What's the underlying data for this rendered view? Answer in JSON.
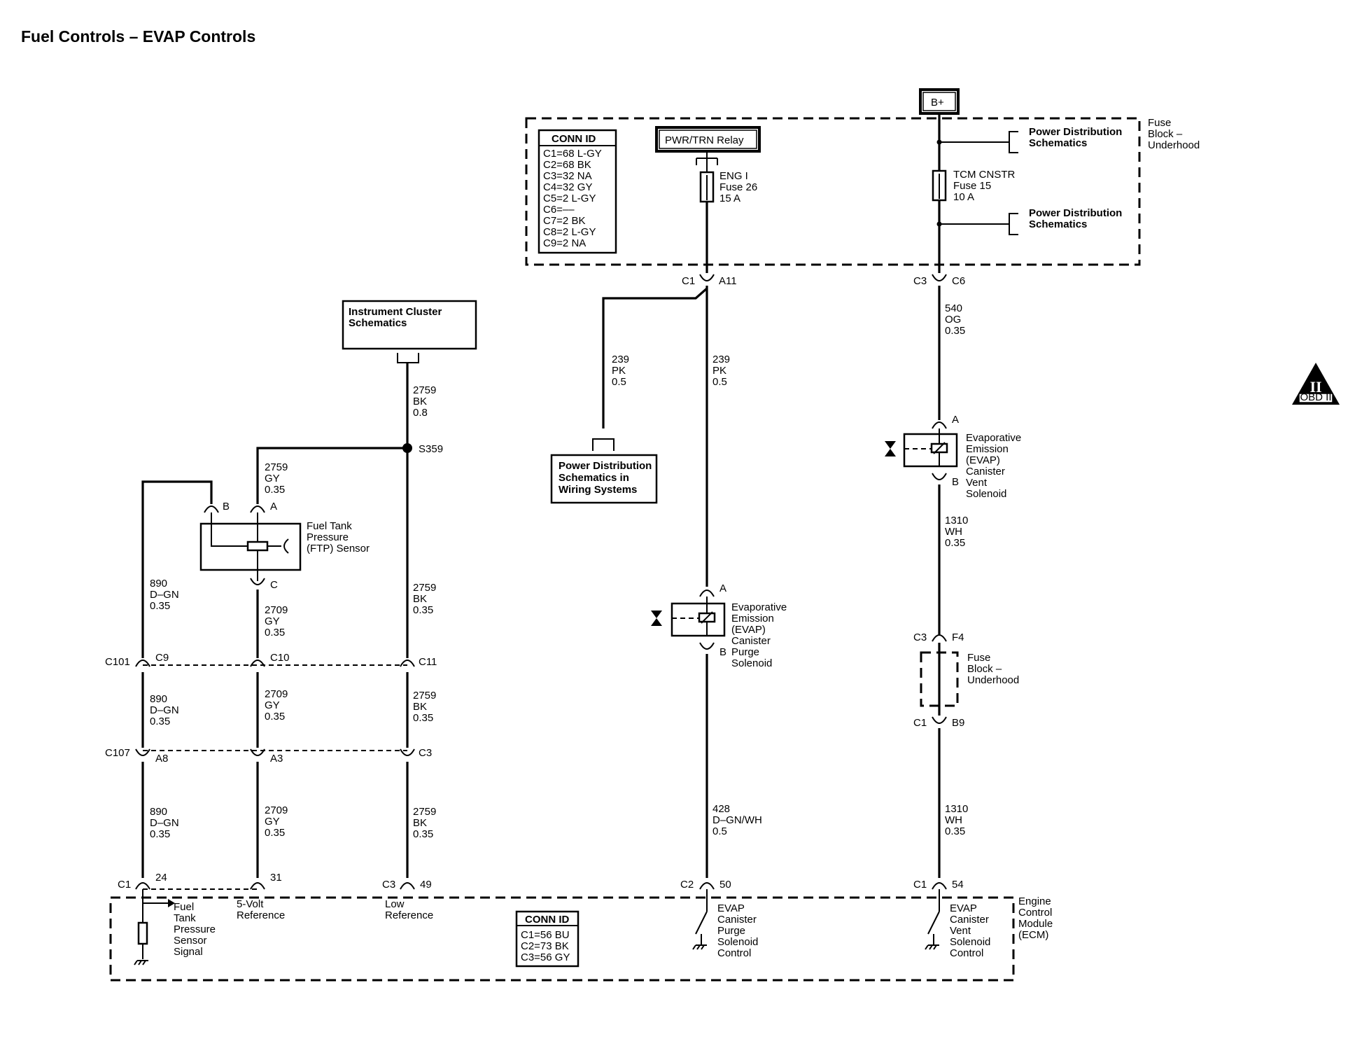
{
  "title": "Fuel Controls – EVAP Controls",
  "power": {
    "b_plus": "B+",
    "pwr_relay": "PWR/TRN Relay"
  },
  "fuse_block_top": {
    "label": [
      "Fuse",
      "Block –",
      "Underhood"
    ]
  },
  "conn_id_top": {
    "title": "CONN ID",
    "rows": [
      "C1=68 L-GY",
      "C2=68 BK",
      "C3=32 NA",
      "C4=32 GY",
      "C5=2 L-GY",
      "C6=––",
      "C7=2 BK",
      "C8=2 L-GY",
      "C9=2 NA"
    ]
  },
  "conn_id_bottom": {
    "title": "CONN ID",
    "rows": [
      "C1=56 BU",
      "C2=73 BK",
      "C3=56 GY"
    ]
  },
  "fuse_eng": [
    "ENG I",
    "Fuse 26",
    "15 A"
  ],
  "fuse_tcm": [
    "TCM CNSTR",
    "Fuse 15",
    "10 A"
  ],
  "power_dist_1": [
    "Power Distribution",
    "Schematics"
  ],
  "power_dist_2": [
    "Power Distribution",
    "Schematics"
  ],
  "power_dist_wiring": [
    "Power Distribution",
    "Schematics in",
    "Wiring Systems"
  ],
  "instrument_cluster": [
    "Instrument Cluster",
    "Schematics"
  ],
  "ftp_sensor": [
    "Fuel Tank",
    "Pressure",
    "(FTP) Sensor"
  ],
  "purge_solenoid": [
    "Evaporative",
    "Emission",
    "(EVAP)",
    "Canister",
    "Purge",
    "Solenoid"
  ],
  "vent_solenoid": [
    "Evaporative",
    "Emission",
    "(EVAP)",
    "Canister",
    "Vent",
    "Solenoid"
  ],
  "fuse_block_mid": [
    "Fuse",
    "Block –",
    "Underhood"
  ],
  "ecm": [
    "Engine",
    "Control",
    "Module",
    "(ECM)"
  ],
  "ecm_pins": {
    "fuel_tank_signal": [
      "Fuel",
      "Tank",
      "Pressure",
      "Sensor",
      "Signal"
    ],
    "five_volt": [
      "5-Volt",
      "Reference"
    ],
    "low_ref": [
      "Low",
      "Reference"
    ],
    "purge_ctrl": [
      "EVAP",
      "Canister",
      "Purge",
      "Solenoid",
      "Control"
    ],
    "vent_ctrl": [
      "EVAP",
      "Canister",
      "Vent",
      "Solenoid",
      "Control"
    ]
  },
  "wires": {
    "w2759_top": [
      "2759",
      "BK",
      "0.8"
    ],
    "w2759_gy": [
      "2759",
      "GY",
      "0.35"
    ],
    "w890_a": [
      "890",
      "D–GN",
      "0.35"
    ],
    "w2709_a": [
      "2709",
      "GY",
      "0.35"
    ],
    "w2759_bk_a": [
      "2759",
      "BK",
      "0.35"
    ],
    "w890_b": [
      "890",
      "D–GN",
      "0.35"
    ],
    "w2709_b": [
      "2709",
      "GY",
      "0.35"
    ],
    "w2759_bk_b": [
      "2759",
      "BK",
      "0.35"
    ],
    "w890_c": [
      "890",
      "D–GN",
      "0.35"
    ],
    "w2709_c": [
      "2709",
      "GY",
      "0.35"
    ],
    "w2759_bk_c": [
      "2759",
      "BK",
      "0.35"
    ],
    "w239_left": [
      "239",
      "PK",
      "0.5"
    ],
    "w239_right": [
      "239",
      "PK",
      "0.5"
    ],
    "w428": [
      "428",
      "D–GN/WH",
      "0.5"
    ],
    "w540": [
      "540",
      "OG",
      "0.35"
    ],
    "w1310_a": [
      "1310",
      "WH",
      "0.35"
    ],
    "w1310_b": [
      "1310",
      "WH",
      "0.35"
    ]
  },
  "connectors": {
    "s359": "S359",
    "c1_a11": [
      "C1",
      "A11"
    ],
    "c3_c6": [
      "C3",
      "C6"
    ],
    "ftp_a": "A",
    "ftp_b": "B",
    "ftp_c": "C",
    "c101": "C101",
    "c9": "C9",
    "c10": "C10",
    "c11": "C11",
    "c107": "C107",
    "a8": "A8",
    "a3": "A3",
    "c3b": "C3",
    "ecm_c1": "C1",
    "ecm_24": "24",
    "ecm_31": "31",
    "ecm_c3": "C3",
    "ecm_49": "49",
    "ecm_c2": "C2",
    "ecm_50": "50",
    "ecm_c1b": "C1",
    "ecm_54": "54",
    "purge_a": "A",
    "purge_b": "B",
    "vent_a": "A",
    "vent_b": "B",
    "c3_f4": [
      "C3",
      "F4"
    ],
    "c1_b9": [
      "C1",
      "B9"
    ]
  },
  "obd_badge": {
    "numeral": "II",
    "text": "OBD II"
  }
}
